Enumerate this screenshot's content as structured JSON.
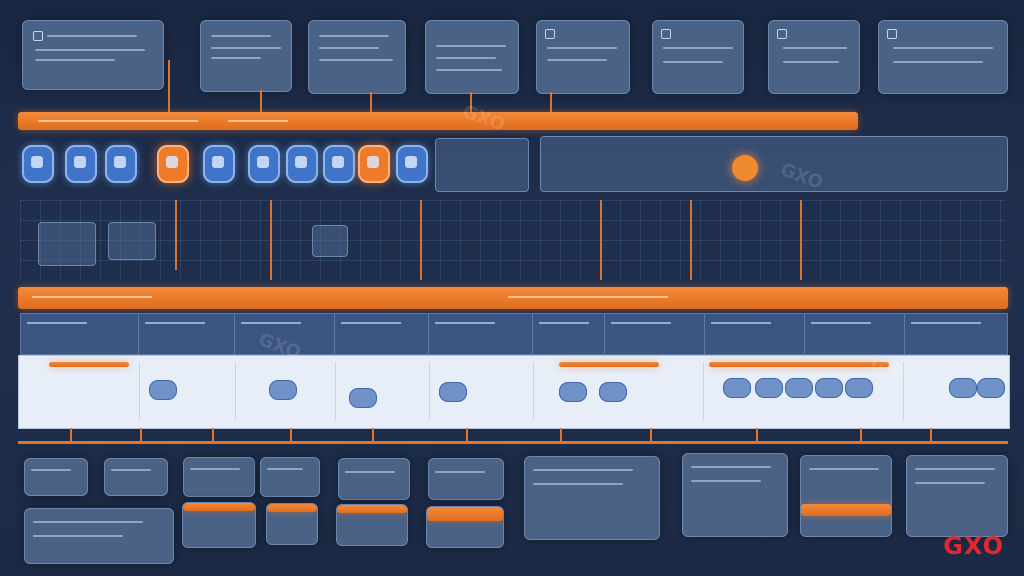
{
  "brand": {
    "logo_text": "GXO",
    "watermark_text": "GXO"
  },
  "colors": {
    "background": "#1d2b45",
    "accent_orange": "#e8782a",
    "card_blue": "#4a6286",
    "logo_red": "#e3262f"
  },
  "top_cards": {
    "count": 8,
    "icon": "document-icon"
  },
  "node_icons": [
    "database-icon",
    "chip-icon",
    "cube-icon",
    "server-icon",
    "globe-icon",
    "cloud-icon",
    "gear-icon",
    "box-icon",
    "document-icon"
  ],
  "bottom_cards": {
    "count": 15
  }
}
